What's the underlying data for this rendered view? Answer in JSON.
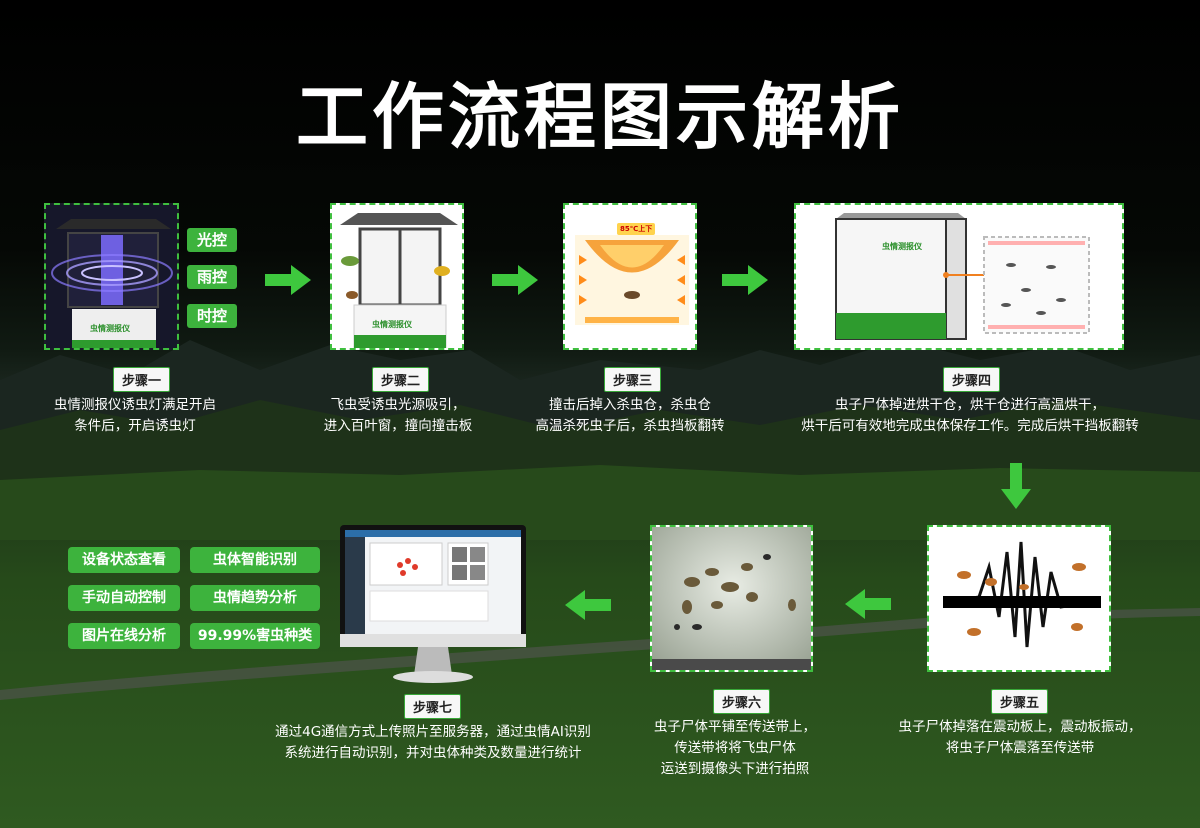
{
  "title": "工作流程图示解析",
  "controls": [
    "光控",
    "雨控",
    "时控"
  ],
  "steps": [
    {
      "tag": "步骤一",
      "desc": [
        "虫情测报仪诱虫灯满足开启",
        "条件后，开启诱虫灯"
      ]
    },
    {
      "tag": "步骤二",
      "desc": [
        "飞虫受诱虫光源吸引，",
        "进入百叶窗，撞向撞击板"
      ]
    },
    {
      "tag": "步骤三",
      "desc": [
        "撞击后掉入杀虫仓，杀虫仓",
        "高温杀死虫子后，杀虫挡板翻转"
      ]
    },
    {
      "tag": "步骤四",
      "desc": [
        "虫子尸体掉进烘干仓，烘干仓进行高温烘干，",
        "烘干后可有效地完成虫体保存工作。完成后烘干挡板翻转"
      ]
    },
    {
      "tag": "步骤五",
      "desc": [
        "虫子尸体掉落在震动板上，震动板振动，",
        "将虫子尸体震落至传送带"
      ]
    },
    {
      "tag": "步骤六",
      "desc": [
        "虫子尸体平铺至传送带上，",
        "传送带将将飞虫尸体",
        "运送到摄像头下进行拍照"
      ]
    },
    {
      "tag": "步骤七",
      "desc": [
        "通过4G通信方式上传照片至服务器，通过虫情AI识别",
        "系统进行自动识别，并对虫体种类及数量进行统计"
      ]
    }
  ],
  "features": [
    "设备状态查看",
    "虫体智能识别",
    "手动自动控制",
    "虫情趋势分析",
    "图片在线分析",
    "99.99%害虫种类"
  ],
  "device_label": "虫情测报仪",
  "heat_label": "85℃上下",
  "colors": {
    "accent": "#3db33d",
    "border": "#3fbf3f",
    "arrow": "#3ec83e"
  }
}
